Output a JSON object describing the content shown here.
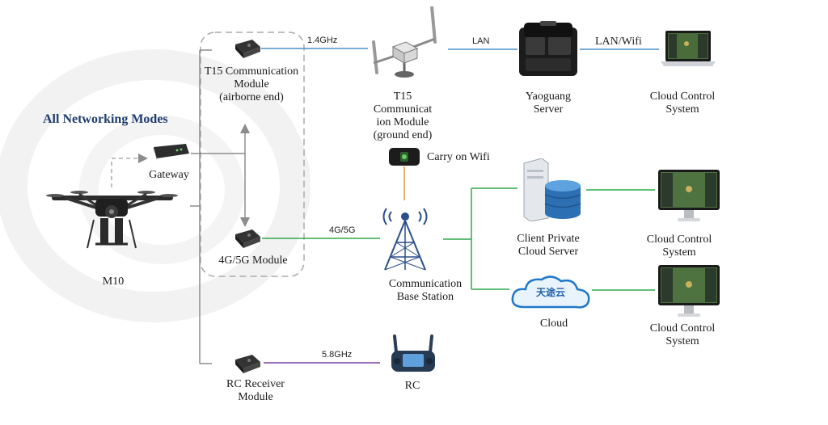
{
  "title": "All Networking Modes",
  "colors": {
    "blue_link": "#4a90c8",
    "green_link": "#2ea84a",
    "purple_link": "#7b3fa0",
    "orange_link": "#e8943a",
    "gray_link": "#8c8c8c",
    "title": "#1f3d6e"
  },
  "nodes": {
    "m10": {
      "label": "M10",
      "icon": "drone-icon"
    },
    "gateway": {
      "label": "Gateway",
      "icon": "gateway-icon"
    },
    "t15_air": {
      "label": "T15 Communication\nModule\n(airborne end)",
      "icon": "radio-module-icon"
    },
    "g45": {
      "label": "4G/5G Module",
      "icon": "radio-module-icon"
    },
    "rc_receiver": {
      "label": "RC Receiver\nModule",
      "icon": "radio-module-icon"
    },
    "t15_ground": {
      "label": "T15\nCommunicat\nion Module\n(ground end)",
      "icon": "antenna-station-icon"
    },
    "wifi": {
      "label": "Carry on Wifi",
      "icon": "wifi-router-icon"
    },
    "base_station": {
      "label": "Communication\nBase Station",
      "icon": "cell-tower-icon"
    },
    "rc": {
      "label": "RC",
      "icon": "remote-controller-icon"
    },
    "yaoguang": {
      "label": "Yaoguang\nServer",
      "icon": "server-case-icon"
    },
    "client_cloud": {
      "label": "Client Private\nCloud Server",
      "icon": "database-server-icon"
    },
    "cloud": {
      "label": "Cloud",
      "icon": "cloud-icon",
      "badge": "天途云"
    },
    "ccs_laptop": {
      "label": "Cloud Control\nSystem",
      "icon": "laptop-icon"
    },
    "ccs_monitor1": {
      "label": "Cloud Control\nSystem",
      "icon": "monitor-icon"
    },
    "ccs_monitor2": {
      "label": "Cloud Control\nSystem",
      "icon": "monitor-icon"
    }
  },
  "links": {
    "air_ground": "1.4GHz",
    "ground_server": "LAN",
    "server_laptop": "LAN/Wifi",
    "module_tower": "4G/5G",
    "receiver_rc": "5.8GHz"
  }
}
